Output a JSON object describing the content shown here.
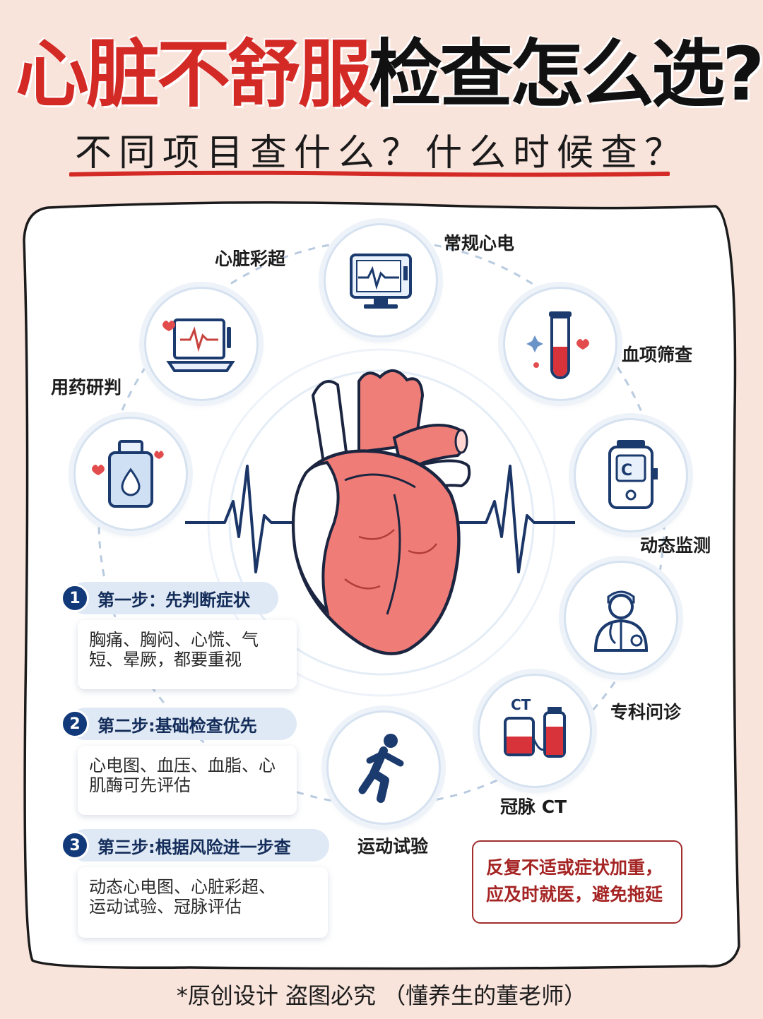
{
  "header": {
    "title_red": "心脏不舒服",
    "title_black": "检查怎么选?",
    "subtitle": "不同项目查什么？什么时候查？"
  },
  "exams": {
    "ecg": "常规心电",
    "echo": "心脏彩超",
    "blood": "血项筛查",
    "drug": "用药研判",
    "holter": "动态监测",
    "consult": "专科问诊",
    "ct": "冠脉 CT",
    "exercise": "运动试验"
  },
  "icon_text": {
    "ct_tag": "CT",
    "holter_tag": "C"
  },
  "steps": [
    {
      "num": "1",
      "title": "第一步：先判断症状",
      "lines": [
        "胸痛、胸闷、心慌、气",
        "短、晕厥，都要重视"
      ]
    },
    {
      "num": "2",
      "title": "第二步:基础检查优先",
      "lines": [
        "心电图、血压、血脂、心",
        "肌酶可先评估"
      ]
    },
    {
      "num": "3",
      "title": "第三步:根据风险进一步查",
      "lines": [
        "动态心电图、心脏彩超、",
        "运动试验、冠脉评估"
      ]
    }
  ],
  "warning": {
    "line1": "反复不适或症状加重，",
    "line2": "应及时就医，避免拖延"
  },
  "footer": "*原创设计 盗图必究 （懂养生的董老师）",
  "colors": {
    "title_red": "#d42a26",
    "step_navy": "#123a7a",
    "warning_red": "#a52424",
    "background": "#f9e4dc"
  }
}
